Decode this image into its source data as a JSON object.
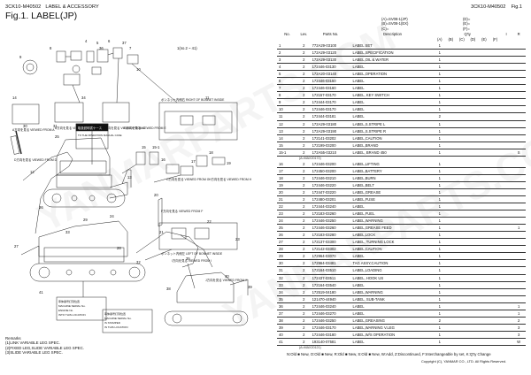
{
  "header": {
    "doc_id": "3CK10-M40502",
    "section": "LABEL & ACCESSORY",
    "doc_id_right": "3CK10-M40502",
    "fig_ref": "Fig.1",
    "figure_title": "Fig.1.  LABEL(JP)",
    "codes_left": [
      "(A)=SV08-1(JP)",
      "(B)=SV08-1(EX)",
      "(C)="
    ],
    "codes_right": [
      "(D)=",
      "(E)=",
      "(F)="
    ]
  },
  "table": {
    "col_no": "No.",
    "col_lev": "Lev.",
    "col_parts_no": "Parts No.",
    "col_description": "Description",
    "col_qty": "Q'ty",
    "col_i": "I",
    "col_r": "R",
    "qty_cols": [
      "(A)",
      "(B)",
      "(C)",
      "(D)",
      "(E)",
      "(F)"
    ],
    "rows": [
      {
        "no": "1",
        "lev": "2",
        "part": "772A29-03100",
        "desc": "LABEL SET",
        "a": "1",
        "i": "",
        "r": ""
      },
      {
        "no": "2",
        "lev": "2",
        "part": "172A29-03120",
        "desc": "LABEL,SPECIFICATION",
        "a": "1",
        "i": "",
        "r": ""
      },
      {
        "no": "3",
        "lev": "2",
        "part": "172A29-03130",
        "desc": "LABEL,OIL & WATER",
        "a": "1",
        "i": "",
        "r": ""
      },
      {
        "no": "4",
        "lev": "2",
        "part": "172446-03130",
        "desc": "LABEL",
        "a": "1",
        "i": "",
        "r": ""
      },
      {
        "no": "5",
        "lev": "2",
        "part": "172A20-03140",
        "desc": "LABEL,OPERATION",
        "a": "1",
        "i": "",
        "r": ""
      },
      {
        "no": "6",
        "lev": "2",
        "part": "172446-03150",
        "desc": "LABEL",
        "a": "1",
        "i": "",
        "r": ""
      },
      {
        "no": "7",
        "lev": "2",
        "part": "172446-03160",
        "desc": "LABEL",
        "a": "1",
        "i": "",
        "r": ""
      },
      {
        "no": "8",
        "lev": "2",
        "part": "172157-03170",
        "desc": "LABEL, KEY SWITCH",
        "a": "1",
        "i": "",
        "r": ""
      },
      {
        "no": "9",
        "lev": "2",
        "part": "172444-03170",
        "desc": "LABEL",
        "a": "1",
        "i": "",
        "r": ""
      },
      {
        "no": "10",
        "lev": "2",
        "part": "172446-03170",
        "desc": "LABEL",
        "a": "1",
        "i": "",
        "r": ""
      },
      {
        "no": "11",
        "lev": "2",
        "part": "172444-03181",
        "desc": "LABEL",
        "a": "2",
        "i": "",
        "r": ""
      },
      {
        "no": "12",
        "lev": "2",
        "part": "172A29-03180",
        "desc": "LABEL,S.STRIPE L",
        "a": "1",
        "i": "",
        "r": ""
      },
      {
        "no": "13",
        "lev": "2",
        "part": "172A29-03190",
        "desc": "LABEL,S.STRIPE R",
        "a": "1",
        "i": "",
        "r": ""
      },
      {
        "no": "14",
        "lev": "2",
        "part": "172141-03202",
        "desc": "LABEL,CAUTION",
        "a": "1",
        "i": "",
        "r": ""
      },
      {
        "no": "15",
        "lev": "2",
        "part": "172199-03200",
        "desc": "LABEL,BRAND",
        "a": "1",
        "i": "",
        "r": ""
      },
      {
        "no": "15-1",
        "lev": "2",
        "part": "172A55-03210",
        "desc": "LABEL, BRAND 450",
        "a": "1",
        "i": "",
        "r": "S",
        "note": "(A=MAX20172)"
      },
      {
        "no": "16",
        "lev": "2",
        "part": "172446-03200",
        "desc": "LABEL,LIFTING",
        "a": "1",
        "i": "",
        "r": ""
      },
      {
        "no": "17",
        "lev": "2",
        "part": "172450-03200",
        "desc": "LABEL,BATTERY",
        "a": "1",
        "i": "",
        "r": ""
      },
      {
        "no": "18",
        "lev": "2",
        "part": "172446-03210",
        "desc": "LABEL,BURN",
        "a": "1",
        "i": "",
        "r": ""
      },
      {
        "no": "19",
        "lev": "2",
        "part": "172446-03220",
        "desc": "LABEL,BELT",
        "a": "1",
        "i": "",
        "r": ""
      },
      {
        "no": "20",
        "lev": "2",
        "part": "172447-03220",
        "desc": "LABEL,GREASE",
        "a": "1",
        "i": "",
        "r": ""
      },
      {
        "no": "21",
        "lev": "2",
        "part": "172480-03201",
        "desc": "LABEL,FUSE",
        "a": "1",
        "i": "",
        "r": ""
      },
      {
        "no": "22",
        "lev": "2",
        "part": "172444-03240",
        "desc": "LABEL",
        "a": "1",
        "i": "",
        "r": ""
      },
      {
        "no": "23",
        "lev": "2",
        "part": "172183-03260",
        "desc": "LABEL,FUEL",
        "a": "1",
        "i": "",
        "r": ""
      },
      {
        "no": "24",
        "lev": "2",
        "part": "172446-03250",
        "desc": "LABEL,WARNING",
        "a": "1",
        "i": "",
        "r": ""
      },
      {
        "no": "25",
        "lev": "2",
        "part": "172446-03260",
        "desc": "LABEL,GREASE FEED",
        "a": "1",
        "i": "",
        "r": "1"
      },
      {
        "no": "26",
        "lev": "2",
        "part": "172183-03280",
        "desc": "LABEL,LOCK",
        "a": "1",
        "i": "",
        "r": ""
      },
      {
        "no": "27",
        "lev": "2",
        "part": "172137-03300",
        "desc": "LABEL, TURNING LOCK",
        "a": "1",
        "i": "",
        "r": ""
      },
      {
        "no": "28",
        "lev": "2",
        "part": "172142-03302",
        "desc": "LABEL,CAUTION",
        "a": "1",
        "i": "",
        "r": ""
      },
      {
        "no": "29",
        "lev": "2",
        "part": "172964-03070",
        "desc": "LABEL",
        "a": "1",
        "i": "",
        "r": ""
      },
      {
        "no": "30",
        "lev": "2",
        "part": "172964-03481",
        "desc": "TAG ASSY,CAUTION",
        "a": "1",
        "i": "",
        "r": ""
      },
      {
        "no": "31",
        "lev": "2",
        "part": "172164-03510",
        "desc": "LABEL,LOADING",
        "a": "1",
        "i": "",
        "r": ""
      },
      {
        "no": "32",
        "lev": "2",
        "part": "172437-03511",
        "desc": "LABEL, HOOK US",
        "a": "1",
        "i": "",
        "r": ""
      },
      {
        "no": "33",
        "lev": "2",
        "part": "172164-03540",
        "desc": "LABEL",
        "a": "1",
        "i": "",
        "r": ""
      },
      {
        "no": "34",
        "lev": "2",
        "part": "172519-04180",
        "desc": "LABEL,WARNING",
        "a": "1",
        "i": "",
        "r": ""
      },
      {
        "no": "35",
        "lev": "2",
        "part": "121470-44940",
        "desc": "LABEL, SUB-TANK",
        "a": "1",
        "i": "",
        "r": ""
      },
      {
        "no": "36",
        "lev": "2",
        "part": "172446-03240",
        "desc": "LABEL",
        "a": "1",
        "i": "",
        "r": "1"
      },
      {
        "no": "37",
        "lev": "2",
        "part": "172446-03270",
        "desc": "LABEL",
        "a": "1",
        "i": "",
        "r": "1"
      },
      {
        "no": "38",
        "lev": "2",
        "part": "172446-03250",
        "desc": "LABEL,GREASING",
        "a": "2",
        "i": "",
        "r": "2"
      },
      {
        "no": "39",
        "lev": "2",
        "part": "172446-03170",
        "desc": "LABEL,WARNING V.LEG",
        "a": "1",
        "i": "",
        "r": "3"
      },
      {
        "no": "40",
        "lev": "2",
        "part": "172446-03180",
        "desc": "LABEL,W/S OPERATION",
        "a": "1",
        "i": "",
        "r": "3"
      },
      {
        "no": "41",
        "lev": "2",
        "part": "193140-07581",
        "desc": "LABEL",
        "a": "1",
        "i": "",
        "r": "W",
        "note": "(A=MAX20121)"
      }
    ]
  },
  "diagram": {
    "labels": [
      "1(no.2 ~ 41)",
      "4",
      "5",
      "6",
      "7",
      "8",
      "9",
      "10",
      "11",
      "12",
      "13",
      "14",
      "15",
      "15-1",
      "16",
      "17",
      "18",
      "19",
      "20",
      "21",
      "22",
      "23",
      "24",
      "25",
      "26",
      "27",
      "28",
      "29",
      "30",
      "31",
      "32",
      "33",
      "34",
      "35",
      "36",
      "37",
      "38",
      "39",
      "40",
      "41"
    ],
    "views": [
      "A方向を見る VIEWED FROM A",
      "B方向を見る VIEWED FROM B",
      "C方向を見る VIEWED FROM C",
      "D方向を見る VIEWED FROM D",
      "E方向を見る VIEWED FROM E",
      "F方向を見る VIEWED FROM F",
      "G方向を見る VIEWED FROM G",
      "H方向を見る VIEWED FROM H",
      "I方向を見る VIEWED FROM I",
      "J方向を見る VIEWED FROM J"
    ],
    "bonnet_right": "ボンネット内側右 RIGHT OF BONNET INSIDE",
    "bonnet_left": "ボンネット内側左 LEFT OF BONNET INSIDE",
    "manual_case_jp": "取扱説明書ケース",
    "manual_case_en": "TO THE OPERATION MANUAL CASE",
    "serial_box": [
      "車体番号打刻位置",
      "MACHINE SERIAL No.",
      "ENGINE No.",
      "INTO THIS LOCATION"
    ],
    "serial_box2": [
      "車体番号打刻位置",
      "MACHINE SERIAL No.",
      "IS STAMPED",
      "IN THIS LOCATION"
    ]
  },
  "remarks": {
    "title": "Remarks",
    "lines": [
      "(1)LINK VARIABLE LEG SPEC.",
      "(2)FIXED LEG,SLIDE VARIABLE LEG SPEC.",
      "(3)SLIDE VARIABLE LEG SPEC."
    ]
  },
  "footer": {
    "legend": "N:Old ■ New, O:Old ■ New, R:Old ■ New, S:Old ■ New, W:Add, Z:Discontinued, F:Interchangeable by set, K:Q'ty Change",
    "copyright": "Copyright (C), YANMAR CO., LTD. All Rights Reserved."
  },
  "watermark": "YANMARPARTS.COM"
}
